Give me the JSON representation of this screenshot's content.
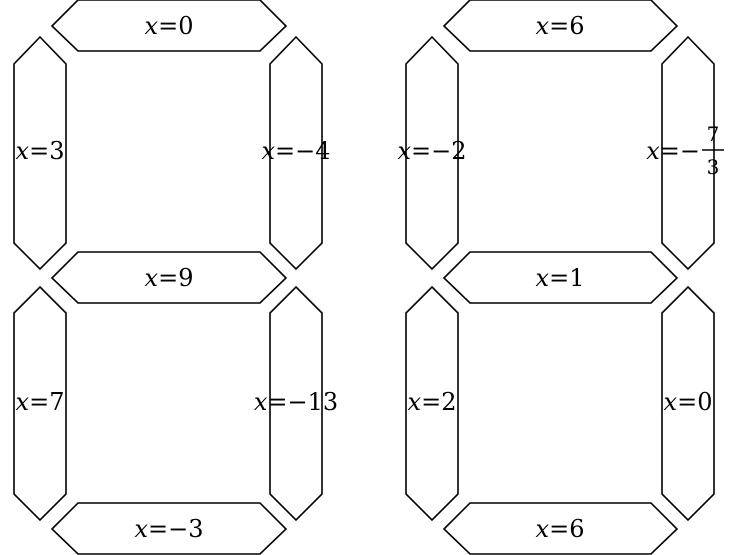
{
  "digits": [
    {
      "name": "left-digit",
      "segments": {
        "top": {
          "var": "x",
          "eq": "=",
          "value": "0"
        },
        "upper_left": {
          "var": "x",
          "eq": "=",
          "value": "3"
        },
        "upper_right": {
          "var": "x",
          "eq": "=",
          "value": "−4"
        },
        "middle": {
          "var": "x",
          "eq": "=",
          "value": "9"
        },
        "lower_left": {
          "var": "x",
          "eq": "=",
          "value": "7"
        },
        "lower_right": {
          "var": "x",
          "eq": "=",
          "value": "−13"
        },
        "bottom": {
          "var": "x",
          "eq": "=",
          "value": "−3"
        }
      }
    },
    {
      "name": "right-digit",
      "segments": {
        "top": {
          "var": "x",
          "eq": "=",
          "value": "6"
        },
        "upper_left": {
          "var": "x",
          "eq": "=",
          "value": "−2"
        },
        "upper_right": {
          "var": "x",
          "eq": "=−",
          "numerator": "7",
          "denominator": "3"
        },
        "middle": {
          "var": "x",
          "eq": "=",
          "value": "1"
        },
        "lower_left": {
          "var": "x",
          "eq": "=",
          "value": "2"
        },
        "lower_right": {
          "var": "x",
          "eq": "=",
          "value": "0"
        },
        "bottom": {
          "var": "x",
          "eq": "=",
          "value": "6"
        }
      }
    }
  ]
}
